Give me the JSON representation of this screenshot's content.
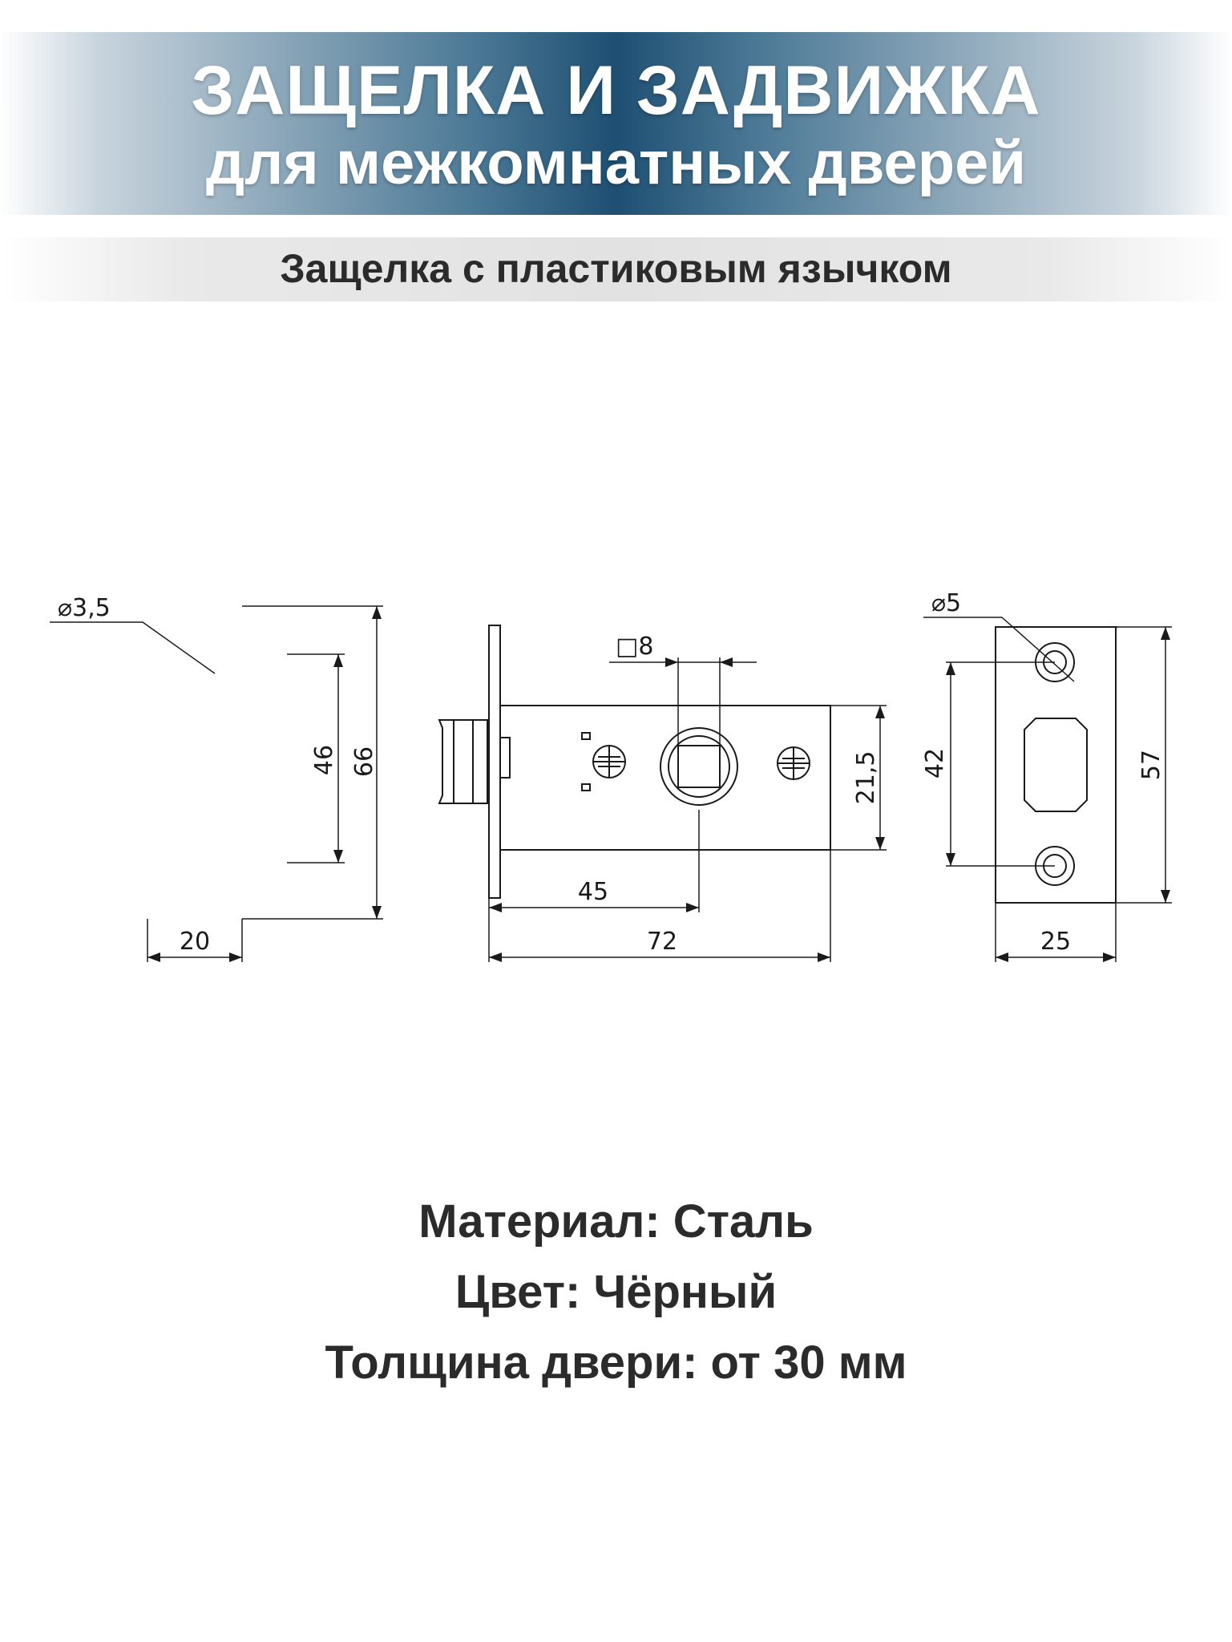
{
  "header": {
    "title": "ЗАЩЕЛКА И ЗАДВИЖКА",
    "subtitle": "для межкомнатных дверей"
  },
  "product_subtitle": "Защелка с пластиковым язычком",
  "drawing": {
    "dims": {
      "strike_hole_dia": "⌀3,5",
      "strike_width": "20",
      "strike_inner_height": "46",
      "strike_height": "66",
      "spindle_square": "□8",
      "latch_body_height": "21,5",
      "backset": "45",
      "latch_length": "72",
      "faceplate_hole_dia": "⌀5",
      "faceplate_hole_spacing": "42",
      "faceplate_height": "57",
      "faceplate_width": "25"
    }
  },
  "specs": [
    "Материал: Сталь",
    "Цвет: Чёрный",
    "Толщина двери: от 30 мм"
  ]
}
